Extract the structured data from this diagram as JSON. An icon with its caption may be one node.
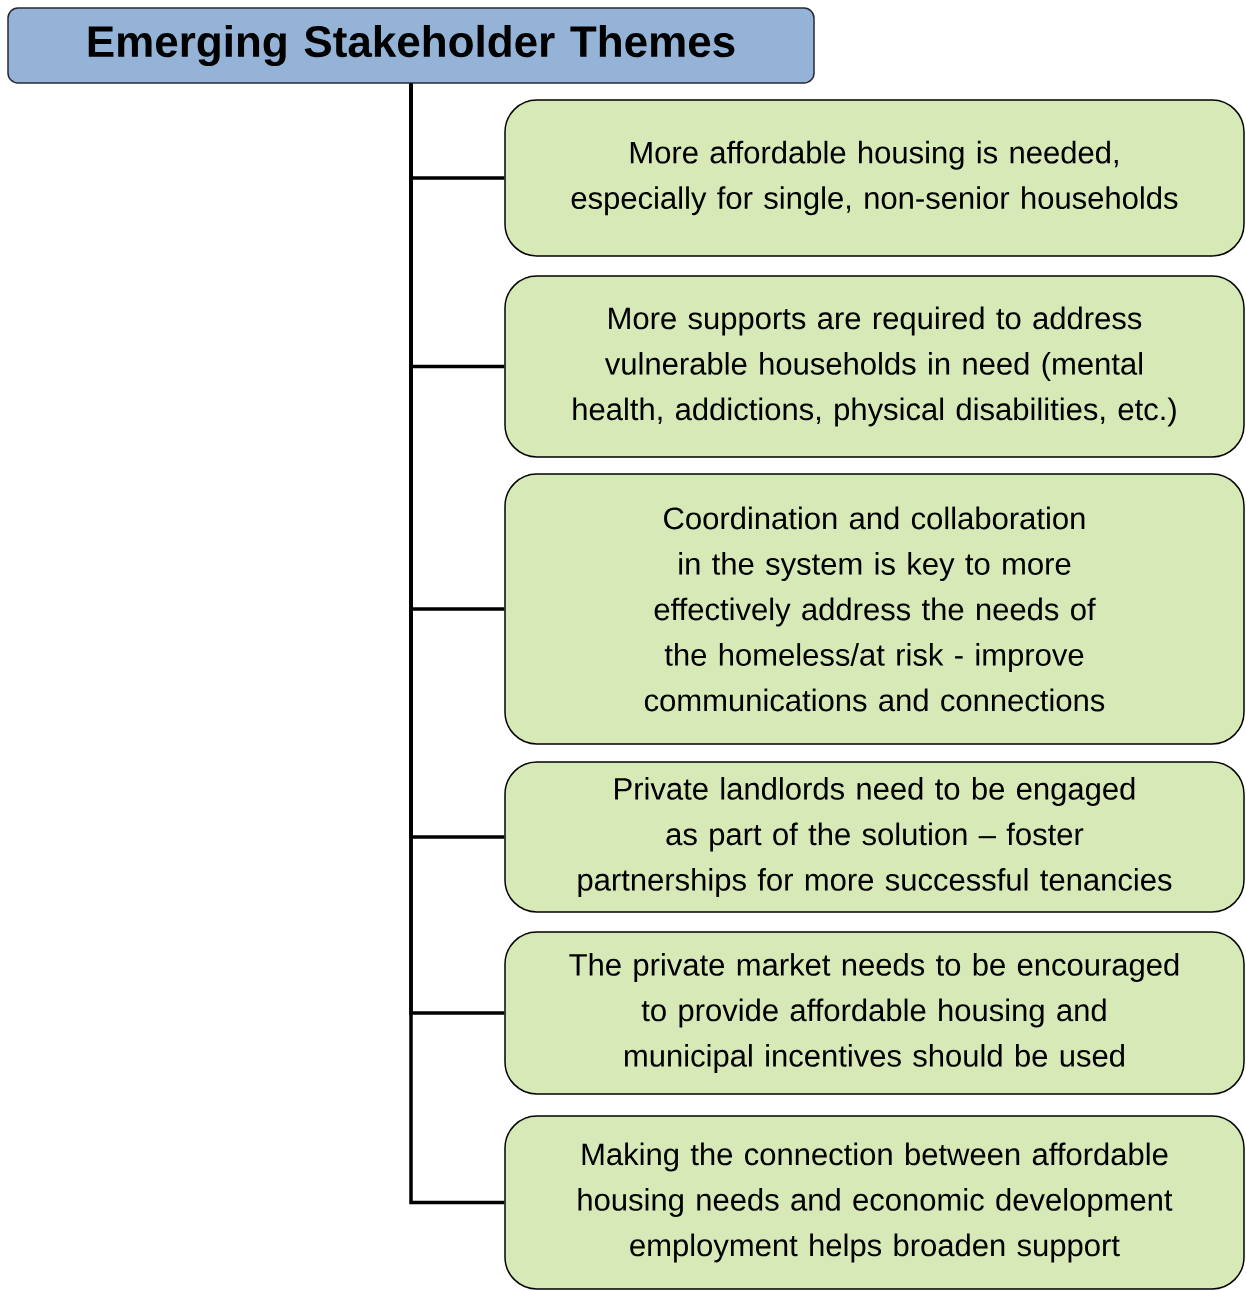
{
  "diagram": {
    "nodes": [
      {
        "text": [
          "Emerging Stakeholder Themes"
        ]
      },
      {
        "text": [
          "More affordable housing is needed, especially for single, non-senior households"
        ]
      },
      {
        "text": [
          "More supports are required to address vulnerable households in need (mental health, addictions, physical disabilities, etc.)"
        ]
      },
      {
        "text": [
          "Coordination and collaboration in the system is key to more effectively address the needs of the homeless/at risk - improve communications and connections"
        ]
      },
      {
        "text": [
          "Private landlords need to be engaged as part of the solution – foster partnerships for more successful tenancies"
        ]
      },
      {
        "text": [
          "The private market needs to be encouraged to provide affordable housing and municipal incentives should be used"
        ]
      },
      {
        "text": [
          "Making the connection between affordable housing needs and economic development employment helps broaden support"
        ]
      }
    ],
    "edges": [
      {
        "from": 0,
        "to": 1,
        "arrow": "none"
      },
      {
        "from": 0,
        "to": 2,
        "arrow": "none"
      },
      {
        "from": 0,
        "to": 3,
        "arrow": "none"
      },
      {
        "from": 0,
        "to": 4,
        "arrow": "none"
      },
      {
        "from": 0,
        "to": 5,
        "arrow": "none"
      },
      {
        "from": 0,
        "to": 6,
        "arrow": "none"
      }
    ]
  }
}
